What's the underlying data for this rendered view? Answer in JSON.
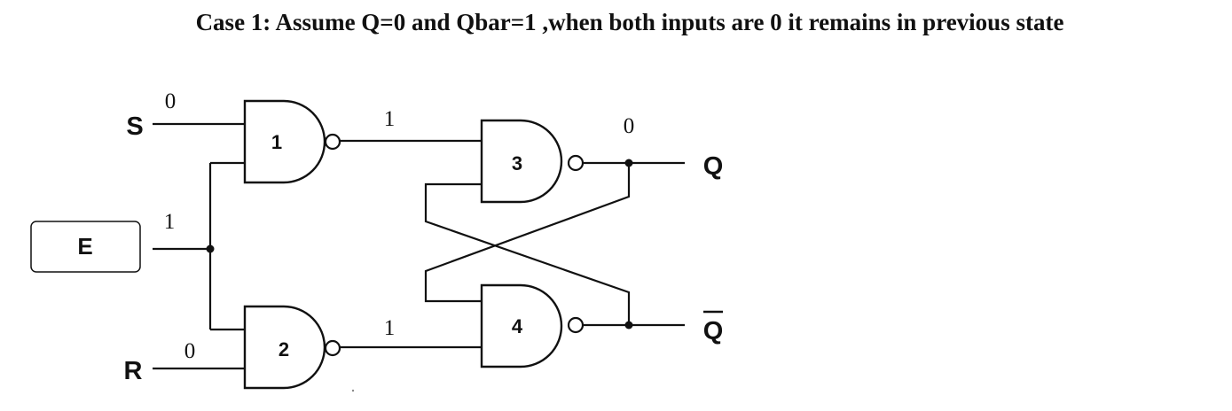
{
  "title": "Case 1: Assume Q=0 and Qbar=1 ,when both inputs are 0 it remains in previous state",
  "inputs": {
    "s": "S",
    "e": "E",
    "r": "R"
  },
  "outputs": {
    "q": "Q",
    "qbar": "Q"
  },
  "gates": {
    "g1": "1",
    "g2": "2",
    "g3": "3",
    "g4": "4"
  },
  "values": {
    "s": "0",
    "e": "1",
    "r": "0",
    "g1_out": "1",
    "g2_out": "1",
    "q": "0"
  }
}
